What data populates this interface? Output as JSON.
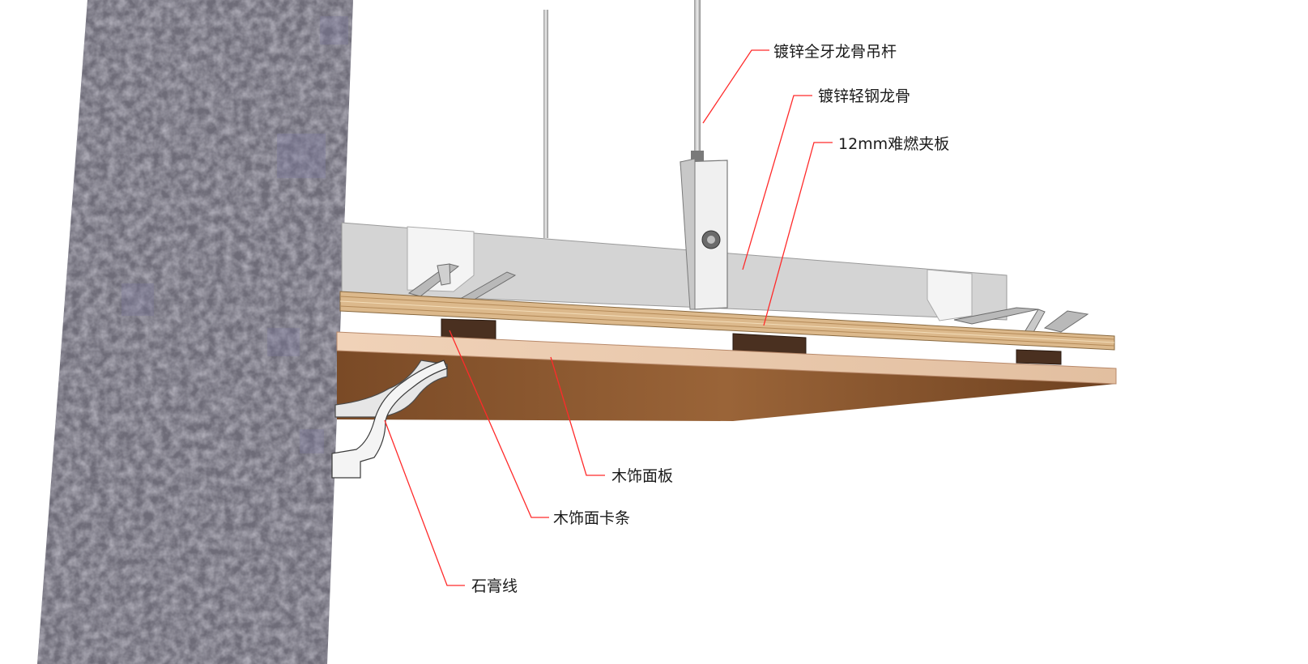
{
  "diagram": {
    "labels": {
      "hanger_rod": "镀锌全牙龙骨吊杆",
      "steel_keel": "镀锌轻钢龙骨",
      "fire_plywood": "12mm难燃夹板",
      "wood_panel": "木饰面板",
      "wood_clip": "木饰面卡条",
      "gypsum_line": "石膏线"
    },
    "colors": {
      "leader_line": "#ff2a2a",
      "wall": "#6e6c78",
      "steel": "#d9d9d9",
      "plywood": "#dcb98c",
      "wood_panel_face": "#e6c4a6",
      "wood_panel_under": "#8a5a32",
      "clip": "#4a3020",
      "gypsum": "#f2f2f2"
    }
  }
}
